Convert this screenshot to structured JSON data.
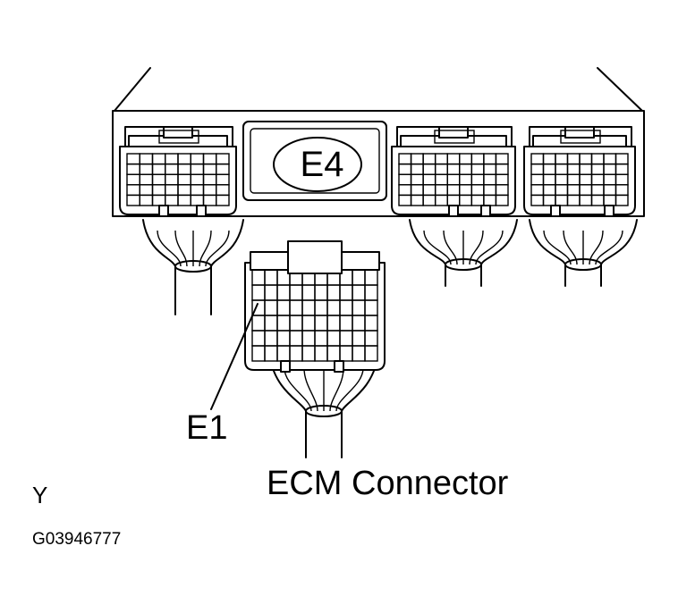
{
  "labels": {
    "e4": "E4",
    "e1": "E1",
    "title": "ECM Connector",
    "y": "Y",
    "code": "G03946777"
  },
  "icons": {
    "ecm-unit": "ecm-housing-icon",
    "connector": "multi-pin-connector-icon",
    "harness": "wire-harness-icon"
  },
  "colors": {
    "line": "#000000",
    "background": "#ffffff"
  }
}
